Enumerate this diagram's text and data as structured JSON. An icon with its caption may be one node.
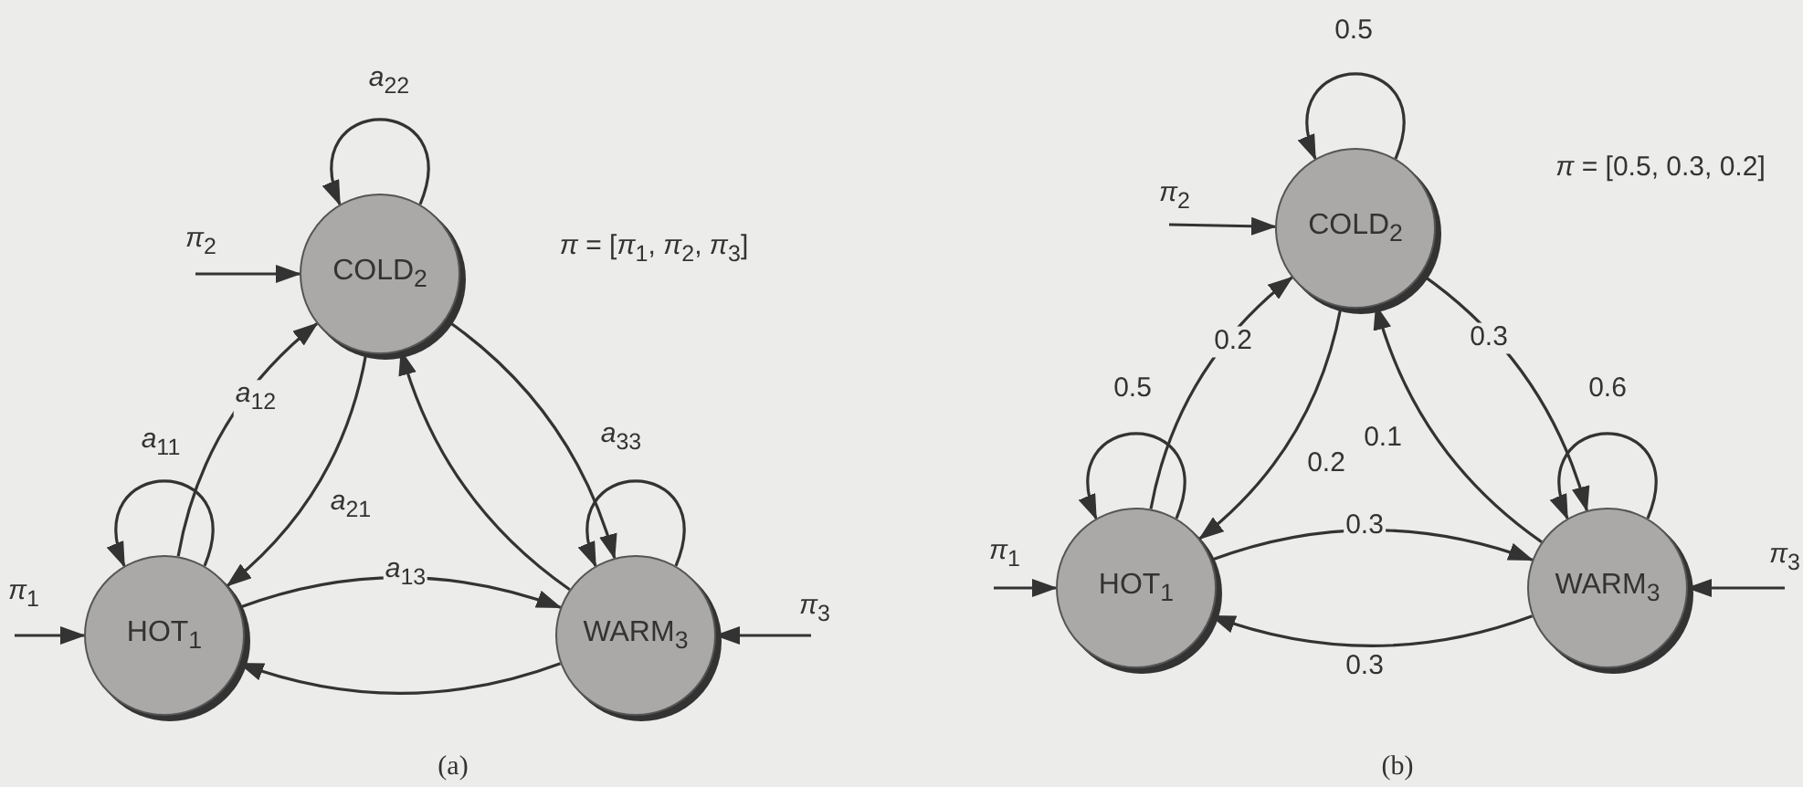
{
  "diagram": {
    "nodes": [
      {
        "text": [
          "COLD$_{2}$"
        ]
      },
      {
        "text": [
          "HOT$_{1}$"
        ]
      },
      {
        "text": [
          "WARM$_{3}$"
        ]
      },
      {
        "text": [
          "COLD$_{2}$"
        ]
      },
      {
        "text": [
          "HOT$_{1}$"
        ]
      },
      {
        "text": [
          "WARM$_{3}$"
        ]
      }
    ],
    "edges": [
      {
        "from": 0,
        "to": 0,
        "arrow": "to",
        "label": "*a*$_{22}$"
      },
      {
        "from": null,
        "to": 0,
        "arrow": "to",
        "label": "*π*$_{2}$"
      },
      {
        "from": 1,
        "to": 0,
        "arrow": "to",
        "label": "*a*$_{12}$"
      },
      {
        "from": 0,
        "to": 1,
        "arrow": "to",
        "label": "*a*$_{21}$"
      },
      {
        "from": 0,
        "to": 2,
        "arrow": "to"
      },
      {
        "from": 2,
        "to": 0,
        "arrow": "to"
      },
      {
        "from": 1,
        "to": 1,
        "arrow": "to",
        "label": "*a*$_{11}$"
      },
      {
        "from": 2,
        "to": 2,
        "arrow": "to",
        "label": "*a*$_{33}$"
      },
      {
        "from": 1,
        "to": 2,
        "arrow": "to",
        "label": "*a*$_{13}$"
      },
      {
        "from": 2,
        "to": 1,
        "arrow": "to"
      },
      {
        "from": null,
        "to": 1,
        "arrow": "to",
        "label": "*π*$_{1}$"
      },
      {
        "from": null,
        "to": 2,
        "arrow": "to",
        "label": "*π*$_{3}$"
      },
      {
        "from": 3,
        "to": 3,
        "arrow": "to",
        "label": "0.5"
      },
      {
        "from": null,
        "to": 3,
        "arrow": "to",
        "label": "*π*$_{2}$"
      },
      {
        "from": 4,
        "to": 3,
        "arrow": "to",
        "label": "0.2"
      },
      {
        "from": 3,
        "to": 4,
        "arrow": "to",
        "label": "0.2"
      },
      {
        "from": 3,
        "to": 5,
        "arrow": "to",
        "label": "0.3"
      },
      {
        "from": 5,
        "to": 3,
        "arrow": "to",
        "label": "0.1"
      },
      {
        "from": 4,
        "to": 4,
        "arrow": "to",
        "label": "0.5"
      },
      {
        "from": 5,
        "to": 5,
        "arrow": "to",
        "label": "0.6"
      },
      {
        "from": 4,
        "to": 5,
        "arrow": "to",
        "label": "0.3"
      },
      {
        "from": 5,
        "to": 4,
        "arrow": "to",
        "label": "0.3"
      },
      {
        "from": null,
        "to": 4,
        "arrow": "to",
        "label": "*π*$_{1}$"
      },
      {
        "from": null,
        "to": 5,
        "arrow": "to",
        "label": "*π*$_{3}$"
      }
    ],
    "labels": [
      "*π* = [*π*$_{1}$, *π*$_{2}$, *π*$_{3}$]",
      "(a)",
      "*π* = [0.5, 0.3, 0.2]",
      "(b)"
    ]
  }
}
